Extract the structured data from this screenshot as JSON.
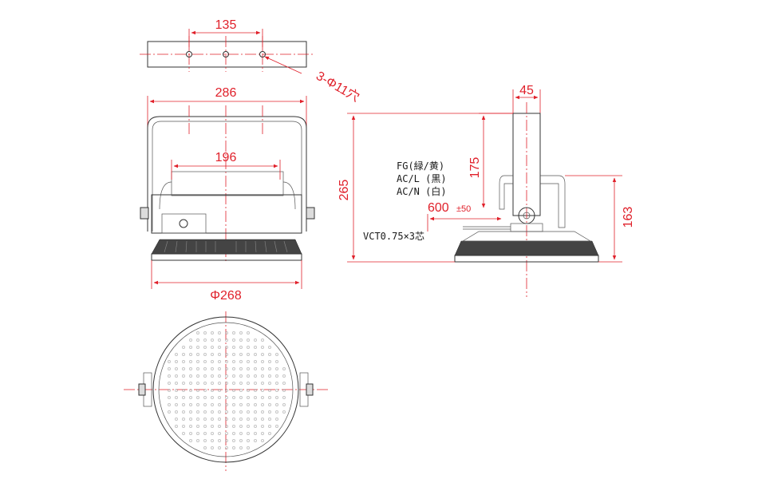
{
  "dimensions": {
    "top_hole_pitch": "135",
    "holes": "3-Φ11穴",
    "bracket_width": "286",
    "bracket_inner": "196",
    "body_diameter": "Φ268",
    "stem_width": "45",
    "stem_height": "175",
    "total_height": "265",
    "side_height": "163",
    "cable_length": "600",
    "cable_tolerance": "±50"
  },
  "wiring": {
    "fg": "FG(緑/黄)",
    "acl": "AC/L (黒)",
    "acn": "AC/N (白)",
    "cable": "VCT0.75×3芯"
  },
  "colors": {
    "dimension": "#e0202a",
    "outline": "#333333"
  }
}
